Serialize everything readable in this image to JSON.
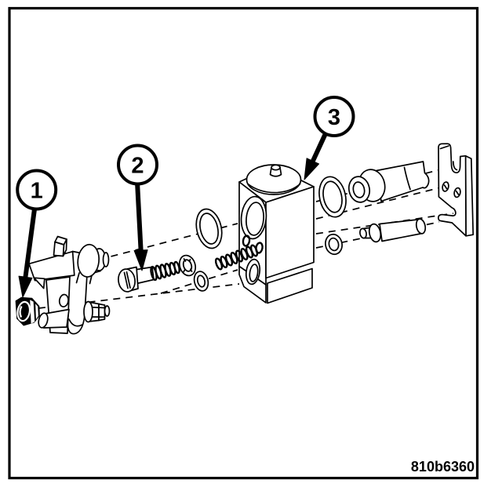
{
  "figure": {
    "code": "810b6360",
    "background_color": "#ffffff",
    "ink_color": "#000000"
  },
  "callouts": [
    {
      "label": "1",
      "target": "mounting-nut"
    },
    {
      "label": "2",
      "target": "mounting-bolt"
    },
    {
      "label": "3",
      "target": "expansion-valve-body"
    }
  ]
}
